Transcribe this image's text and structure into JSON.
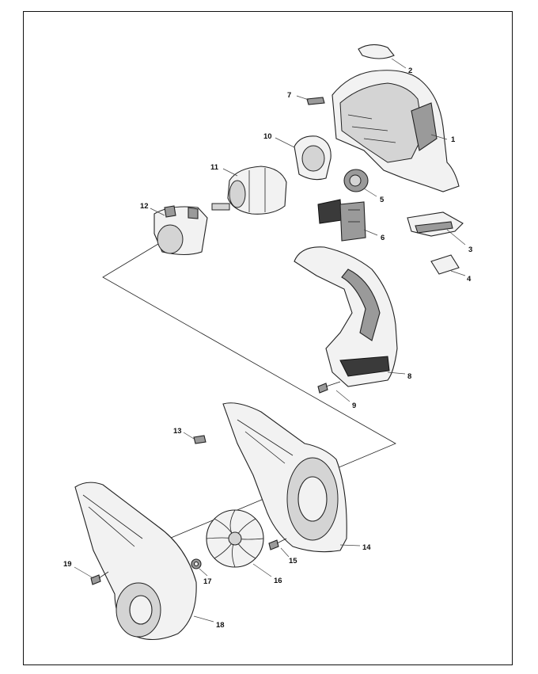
{
  "diagram": {
    "callouts": [
      "1",
      "2",
      "3",
      "4",
      "5",
      "6",
      "7",
      "8",
      "9",
      "10",
      "11",
      "12",
      "13",
      "14",
      "15",
      "16",
      "17",
      "18",
      "19"
    ]
  },
  "colors": {
    "line": "#222222",
    "light_fill": "#f2f2f2",
    "dark_fill": "#9a9a9a"
  }
}
